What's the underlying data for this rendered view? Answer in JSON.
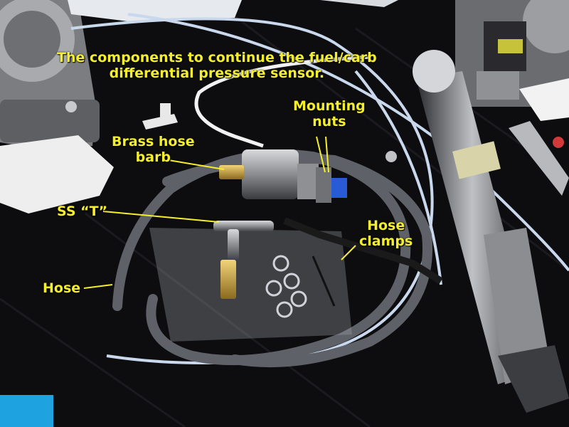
{
  "annotations": {
    "title_line1": "The components to continue the fuel/carb",
    "title_line2": "differential pressure sensor.",
    "mounting_line1": "Mounting",
    "mounting_line2": "nuts",
    "brass_line1": "Brass hose",
    "brass_line2": "barb",
    "tee": "SS “T”",
    "clamps_line1": "Hose",
    "clamps_line2": "clamps",
    "hose": "Hose"
  },
  "colors": {
    "caption": "#f5ee2a",
    "background": "#0d0d0f",
    "tubing": "#c9d8ec",
    "hose": "#5f6168"
  }
}
